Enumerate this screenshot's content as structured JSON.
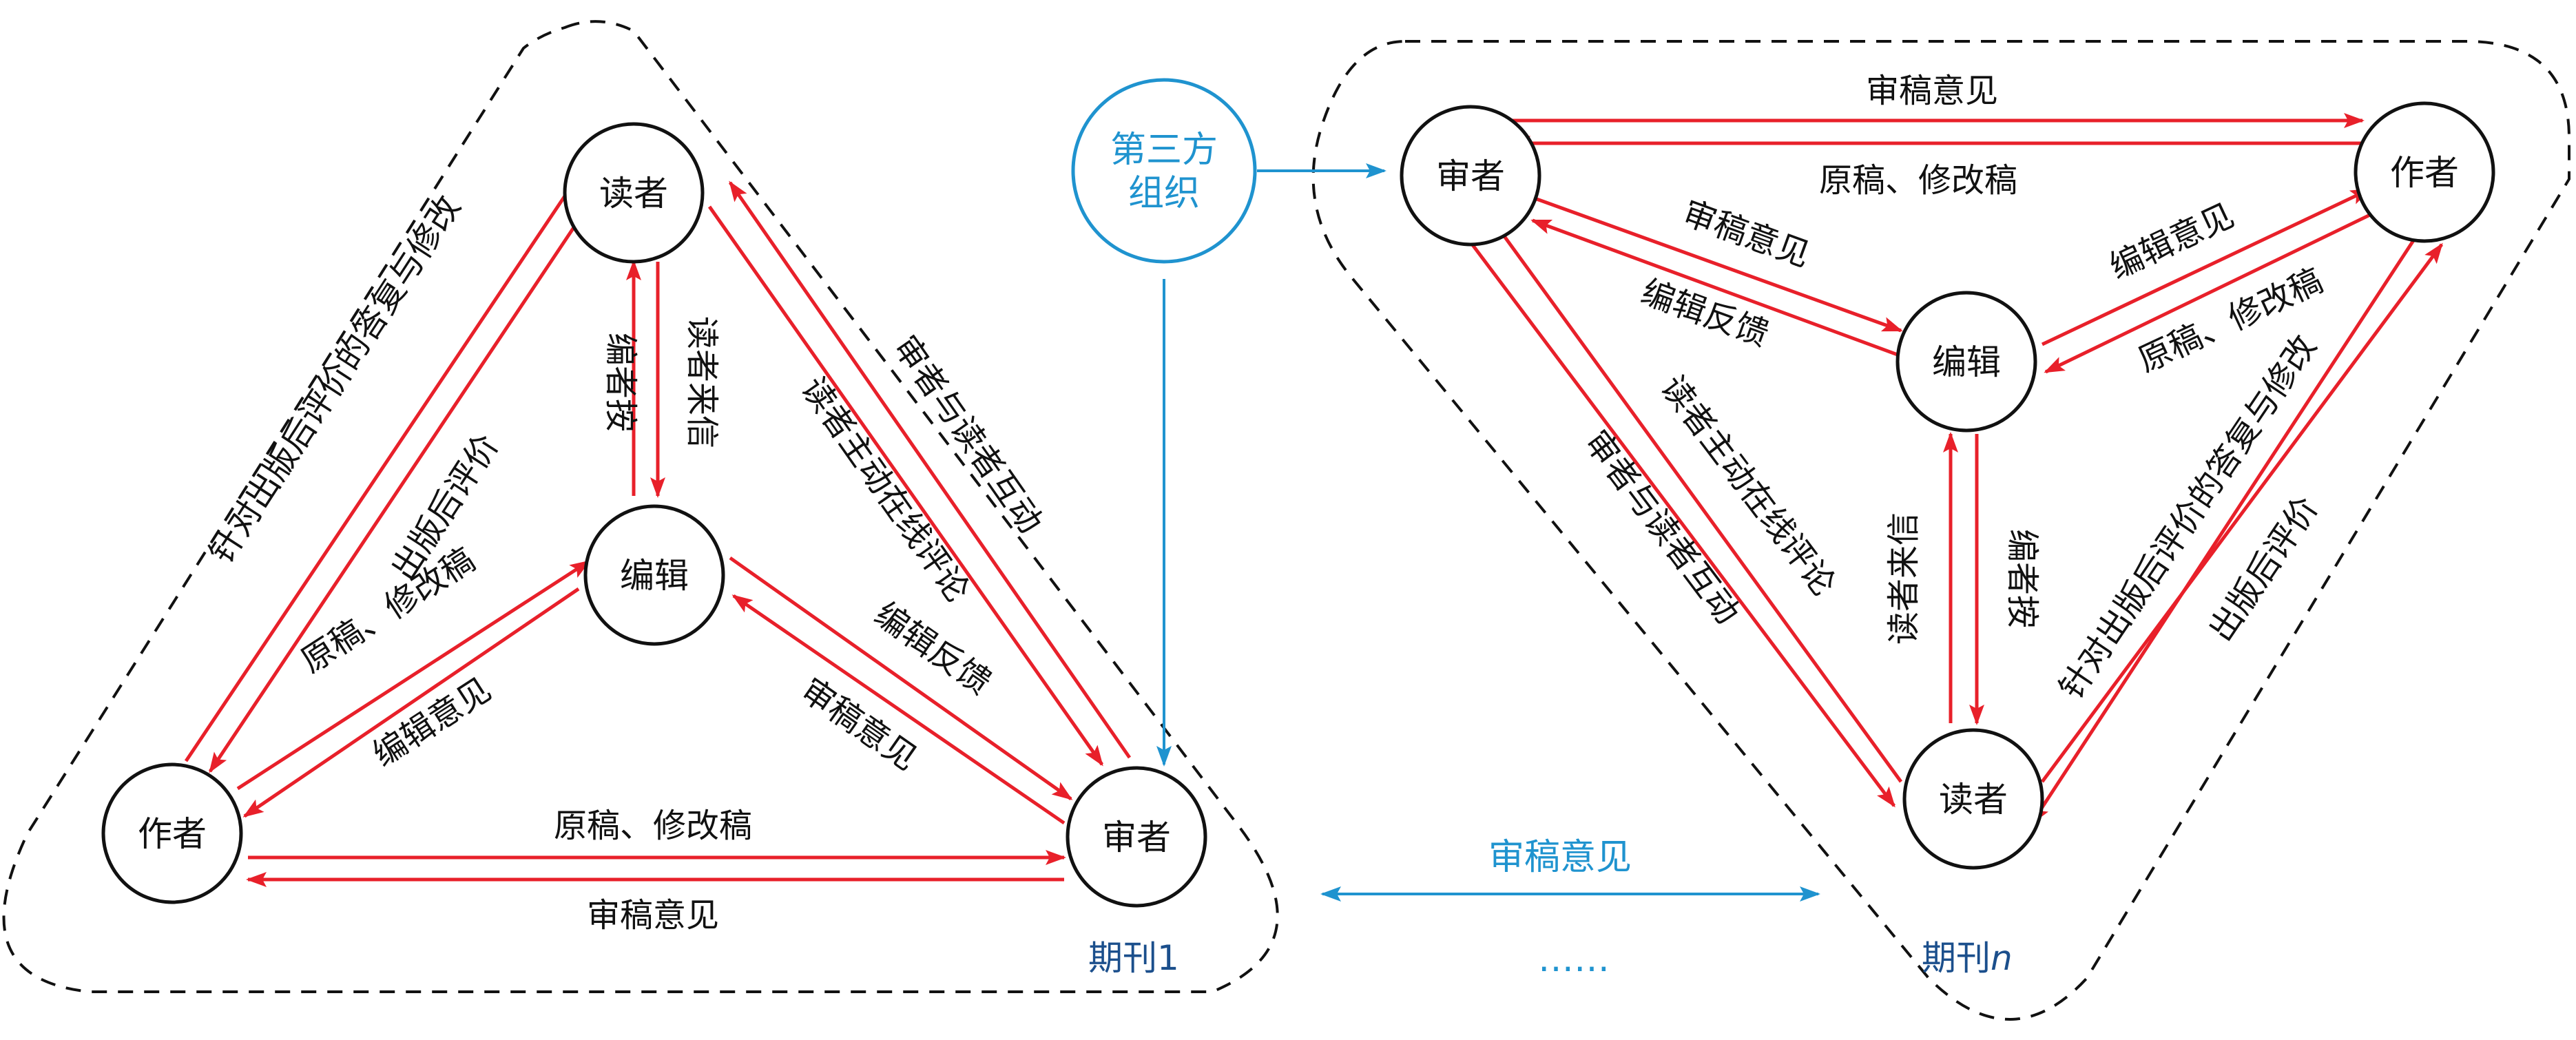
{
  "colors": {
    "arrow": "#e8202a",
    "blue": "#1f93cf",
    "journal_text": "#1b4f8c",
    "outline": "#111111"
  },
  "third_party": {
    "line1": "第三方",
    "line2": "组织"
  },
  "journal1": {
    "name": "期刊1",
    "nodes": {
      "reader": "读者",
      "editor": "编辑",
      "author": "作者",
      "reviewer": "审者"
    },
    "labels": {
      "reader_editor_a": "编者按",
      "reader_editor_b": "读者来信",
      "author_reader_outer": "针对出版后评价的答复与修改",
      "author_reader_inner": "出版后评价",
      "author_editor_a": "原稿、修改稿",
      "author_editor_b": "编辑意见",
      "reader_reviewer_a": "读者主动在线评论",
      "reader_reviewer_b": "审者与读者互动",
      "editor_reviewer_a": "编辑反馈",
      "editor_reviewer_b": "审稿意见",
      "author_reviewer_a": "原稿、修改稿",
      "author_reviewer_b": "审稿意见"
    }
  },
  "journaln": {
    "name_prefix": "期刊",
    "name_italic": "n",
    "nodes": {
      "reviewer": "审者",
      "author": "作者",
      "editor": "编辑",
      "reader": "读者"
    },
    "labels": {
      "reviewer_author_a": "审稿意见",
      "reviewer_author_b": "原稿、修改稿",
      "reviewer_editor_a": "审稿意见",
      "reviewer_editor_b": "编辑反馈",
      "editor_author_a": "编辑意见",
      "editor_author_b": "原稿、修改稿",
      "editor_reader_a": "读者来信",
      "editor_reader_b": "编者按",
      "reviewer_reader_a": "读者主动在线评论",
      "reviewer_reader_b": "审者与读者互动",
      "author_reader_outer": "针对出版后评价的答复与修改",
      "author_reader_inner": "出版后评价"
    }
  },
  "cross_journal": {
    "label": "审稿意见",
    "ellipsis": "……"
  }
}
